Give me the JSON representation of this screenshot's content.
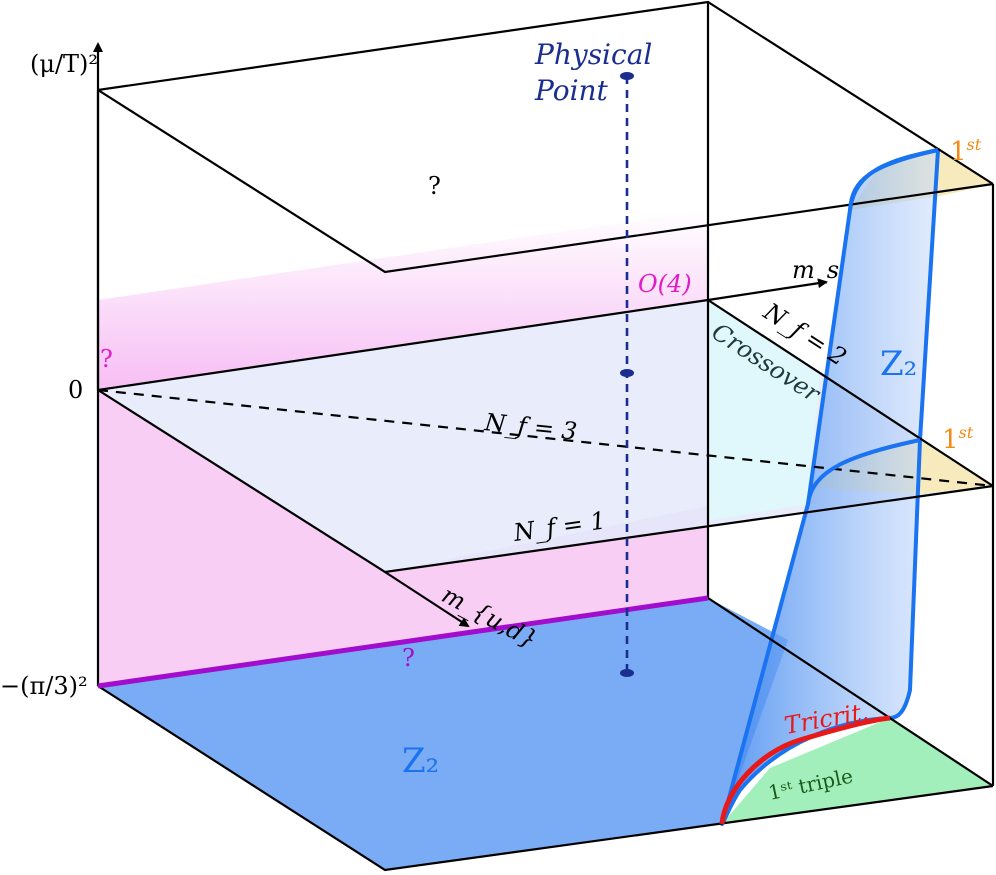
{
  "axes": {
    "vertical": "(μ/T)²",
    "zero": "0",
    "bottom": "−(π/3)²",
    "ms": "m_s",
    "mud": "m_{u,d}"
  },
  "labels": {
    "physical_line1": "Physical",
    "physical_line2": "Point",
    "question_top": "?",
    "question_left": "?",
    "question_bottom": "?",
    "o4": "O(4)",
    "nf2": "N_f = 2",
    "crossover": "Crossover",
    "nf3": "N_f = 3",
    "nf1": "N_f = 1",
    "z2_surface": "Z₂",
    "z2_floor": "Z₂",
    "first_top": "1",
    "first_top_sup": "st",
    "first_mid": "1",
    "first_mid_sup": "st",
    "tricrit": "Tricrit.",
    "triple": "1ˢᵗ triple"
  },
  "colors": {
    "pink": "#f4a8f0",
    "blue_floor": "#7aacf5",
    "blue_surface": "#1a73f0",
    "plane_tint": "#e4e9fa",
    "cyan_tint": "#dff8fb",
    "gold": "#f7ebbd",
    "green": "#a2efbb",
    "magenta": "#e01bc7",
    "purple": "#a10ccd",
    "orange": "#f28b14",
    "red": "#e81919",
    "navy": "#1a2e8f",
    "dark_green": "#1c5a1c"
  }
}
